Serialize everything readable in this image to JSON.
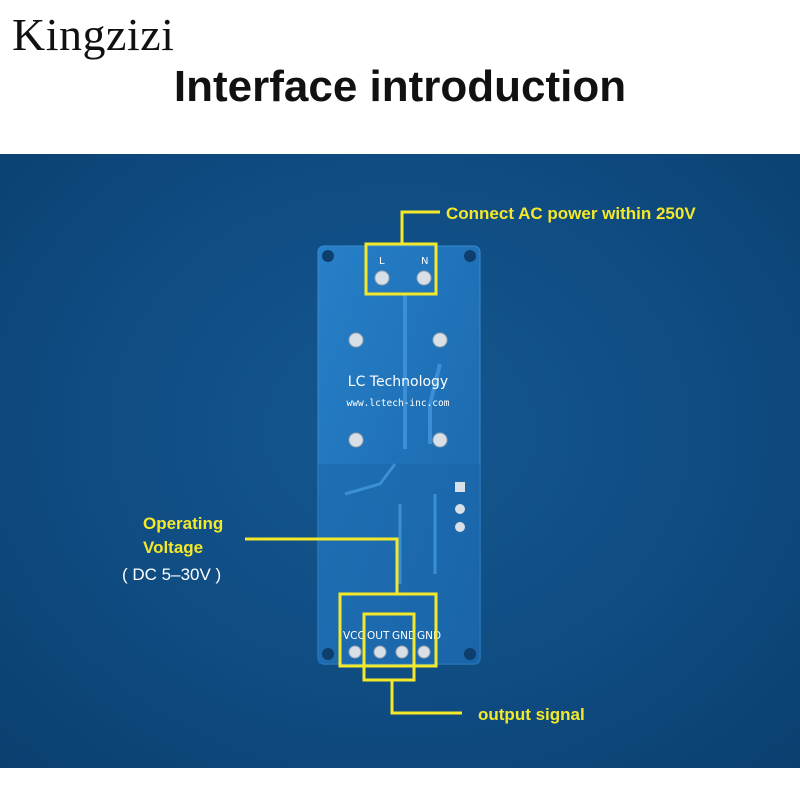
{
  "header": {
    "brand": "Kingzizi",
    "title": "Interface introduction"
  },
  "board": {
    "screen_text": "LC Technology",
    "url_text": "www.lctech-inc.com",
    "terminal_L": "L",
    "terminal_N": "N",
    "pins": [
      "VCC",
      "OUT",
      "GND",
      "GND"
    ]
  },
  "callouts": {
    "ac_power": "Connect AC power within 250V",
    "operating_line1": "Operating",
    "operating_line2": "Voltage",
    "operating_range": "( DC 5–30V )",
    "output": "output signal"
  },
  "colors": {
    "background_blue": "#0f4c82",
    "board_blue": "#1e6fb4",
    "highlight_yellow": "#f4e82a"
  }
}
